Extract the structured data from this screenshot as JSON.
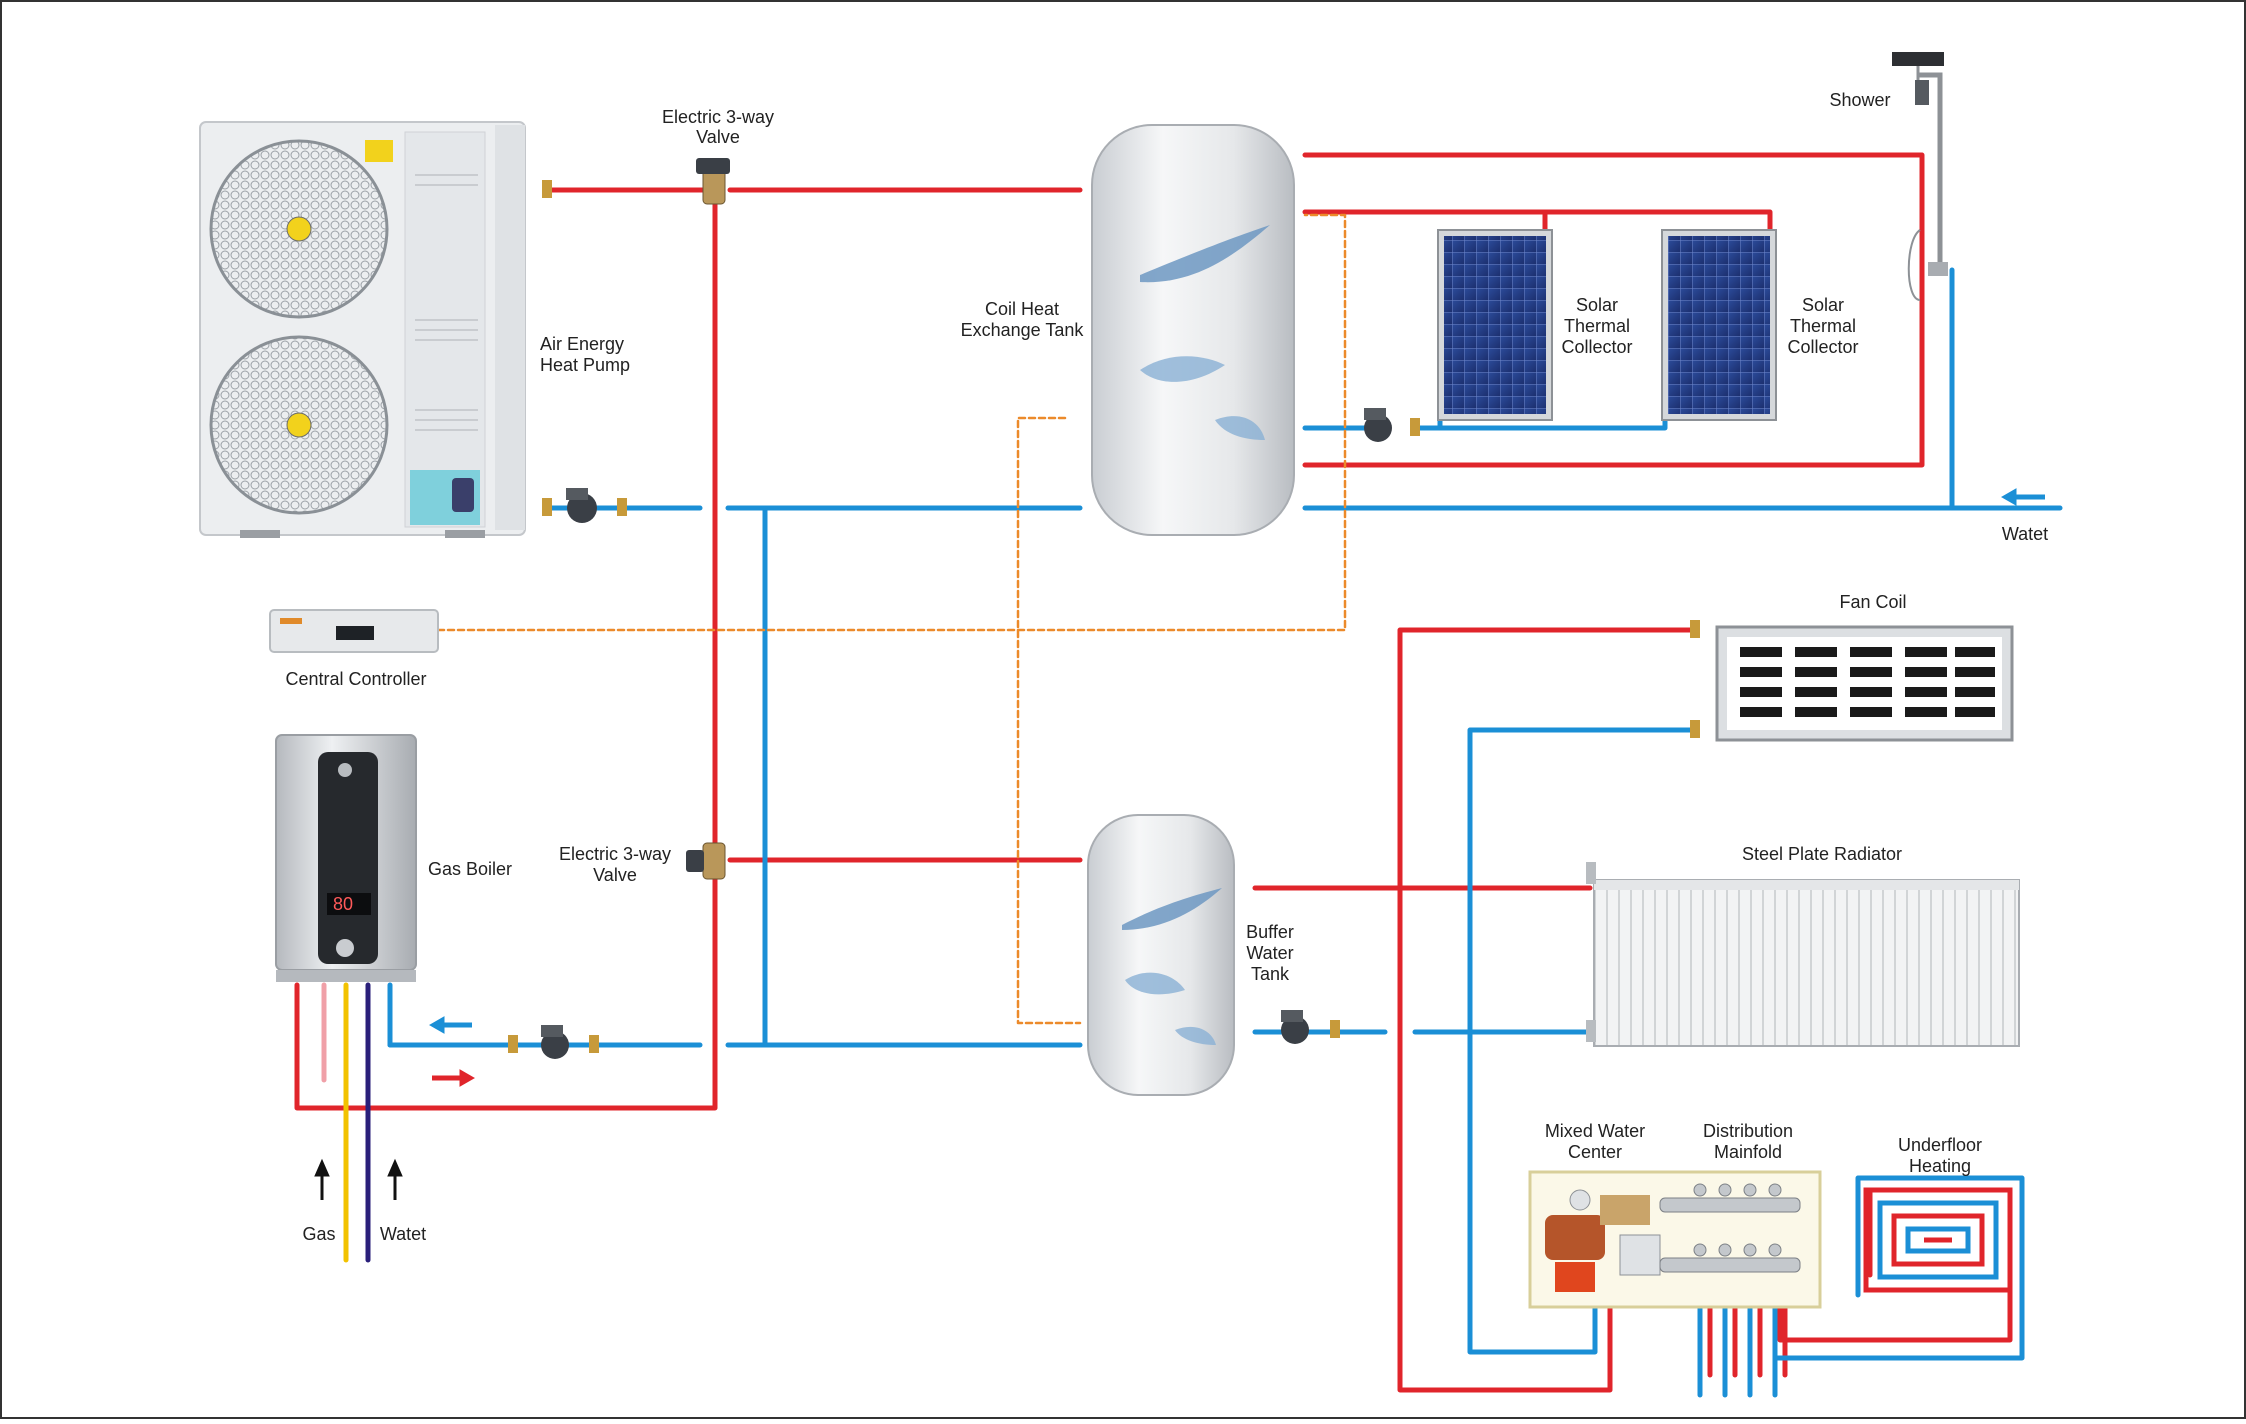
{
  "labels": {
    "valve_top": [
      "Electric 3-way",
      "Valve"
    ],
    "valve_bottom": [
      "Electric 3-way",
      "Valve"
    ],
    "heat_pump": [
      "Air  Energy",
      "Heat Pump"
    ],
    "coil_tank": [
      "Coil Heat",
      "Exchange Tank"
    ],
    "solar_1": [
      "Solar",
      "Thermal",
      "Collector"
    ],
    "solar_2": [
      "Solar",
      "Thermal",
      "Collector"
    ],
    "shower": "Shower",
    "water_inlet": "Watet",
    "central_controller": "Central Controller",
    "gas_boiler": "Gas Boiler",
    "fan_coil": "Fan Coil",
    "buffer_tank": [
      "Buffer",
      "Water",
      "Tank"
    ],
    "radiator": "Steel Plate Radiator",
    "mixed_water": [
      "Mixed  Water",
      "Center"
    ],
    "distribution": [
      "Distribution",
      "Mainfold"
    ],
    "underfloor": [
      "Underfloor",
      "Heating"
    ],
    "gas": "Gas",
    "boiler_water": "Watet"
  },
  "colors": {
    "hot_pipe": "#e0252b",
    "cold_pipe": "#1b8fd6",
    "control_line": "#ec8a2a",
    "gas_pipe": "#f2c200",
    "water_pipe": "#2a1f7a",
    "pink_pipe": "#f0a0a8"
  }
}
